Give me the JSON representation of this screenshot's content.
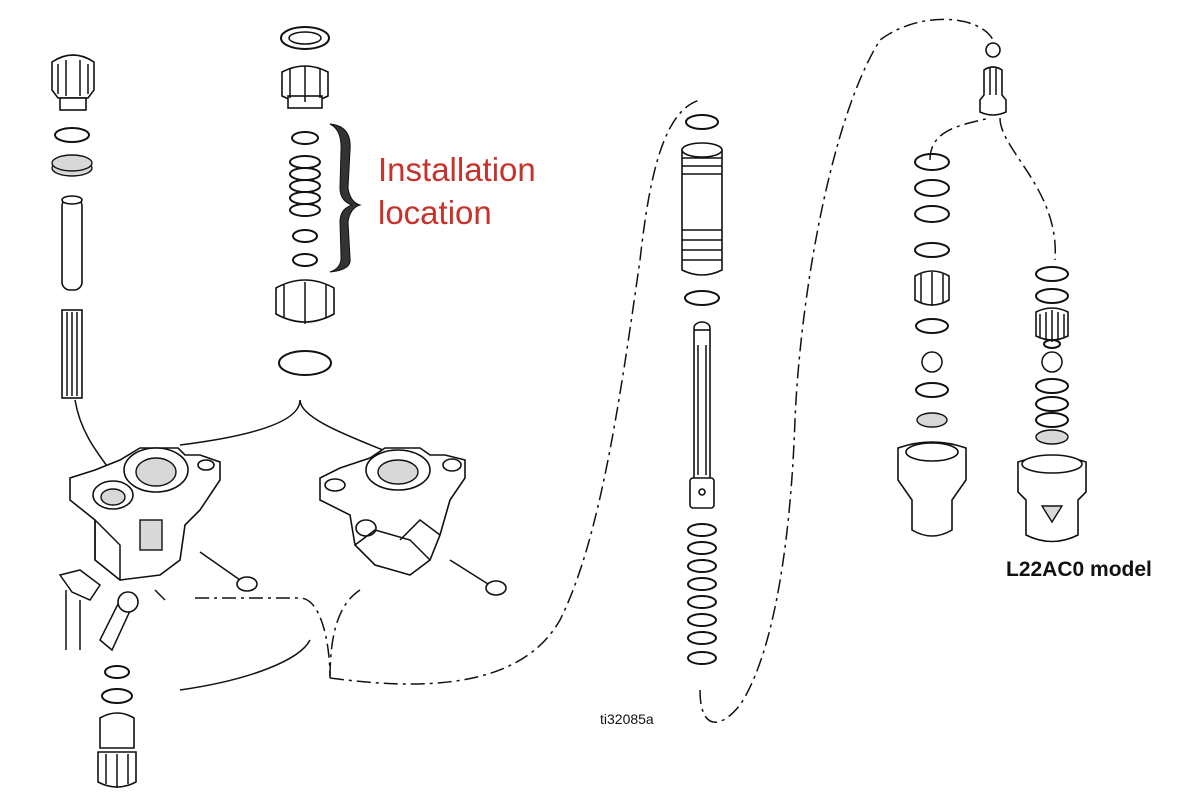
{
  "labels": {
    "installation_location_line1": "Installation",
    "installation_location_line2": "location",
    "model": "L22AC0 model",
    "figure_id": "ti32085a"
  },
  "colors": {
    "callout": "#c8322b",
    "linework": "#111111",
    "background": "#ffffff"
  }
}
